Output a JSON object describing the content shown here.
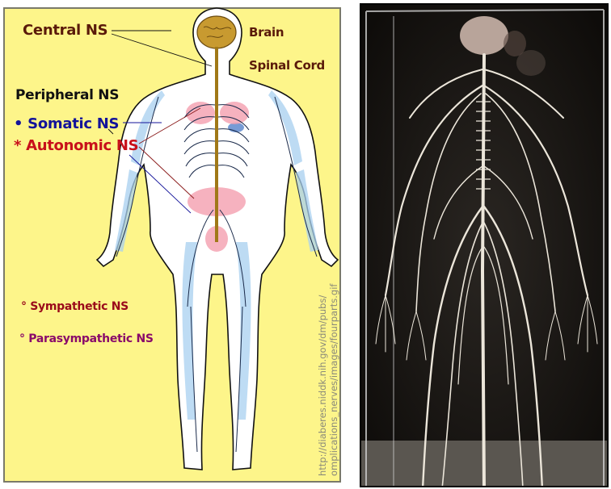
{
  "diagram": {
    "labels": {
      "central": "Central NS",
      "brain": "Brain",
      "spinal_cord": "Spinal Cord",
      "peripheral": "Peripheral NS",
      "somatic": "• Somatic NS",
      "autonomic": "* Autonomic NS",
      "sympathetic": "° Sympathetic NS",
      "parasympathetic": "° Parasympathetic NS"
    },
    "source_url_line1": "http://diaberes.niddk.nih.gov/dm/pubs/",
    "source_url_line2": "omplications_nerves/images/fourparts.gif",
    "colors": {
      "background": "#fdf58a",
      "central_text": "#5a1a0a",
      "somatic_text": "#13139a",
      "autonomic_text": "#c8101a",
      "sympathetic_text": "#9a0a1a",
      "parasympathetic_text": "#8a0a6a",
      "nerve_blue": "#8fc0e8",
      "autonomic_pink": "#f4a0b0",
      "spinal_cord": "#a07818"
    }
  },
  "photo": {
    "subject": "human nervous system specimen in glass display case",
    "colors": {
      "background": "#141210",
      "nerves": "#ece6da",
      "brain": "#b8a49a"
    }
  }
}
